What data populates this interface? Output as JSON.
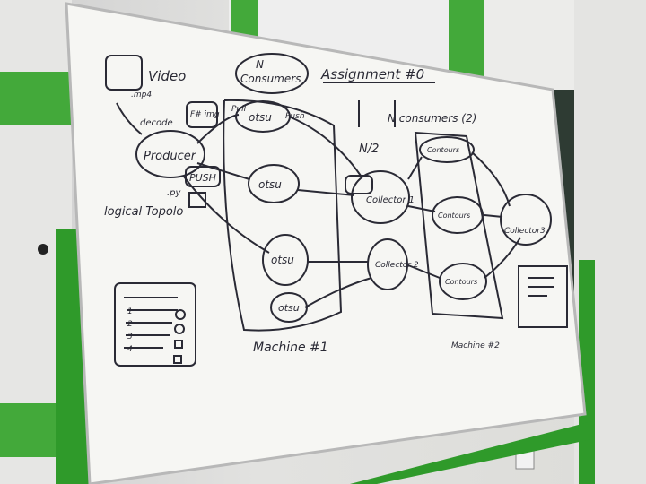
{
  "whiteboard": {
    "title": "Assignment #0",
    "video_label": "Video",
    "video_ext": ".mp4",
    "decode_label": "decode",
    "producer_label": "Producer",
    "push_label": "PUSH",
    "py_label": ".py",
    "frame_label": "F#\nimg",
    "n_consumers_n": "N",
    "n_consumers_label": "Consumers",
    "n_half_label": "N/2",
    "n_consumers_2": "N consumers (2)",
    "logical_topology": "logical\nTopolo",
    "pull_label": "Pull",
    "push_small": "Push",
    "otsu_label": "otsu",
    "collector1_label": "Collector\n1",
    "collector2_label": "Collector\n2",
    "collector3_label": "Collector3",
    "contours_label": "Contours",
    "machine1_label": "Machine #1",
    "machine2_label": "Machine #2",
    "list_numbers": [
      "1",
      "2",
      "3",
      "4"
    ]
  }
}
